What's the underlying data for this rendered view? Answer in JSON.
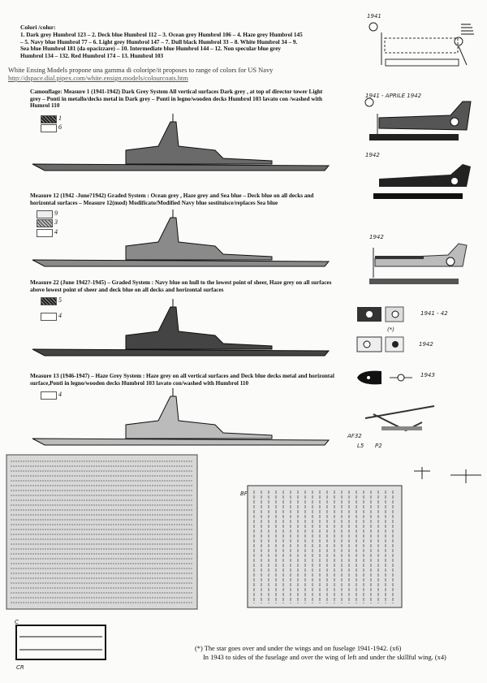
{
  "colors": {
    "title": "Colori /colur:",
    "list": "1. Dark grey Humbrol 123 – 2. Deck blue Humbrol 112 – 3. Ocean grey Humbrol 106 – 4. Haze grey Humbrol 145 – 5. Navy blue Humbrol 77 – 6. Light grey Humbrol 147 – 7. Dull black Humbrol 33 – 8. White Humbrol 34 – 9. Sea blue Humbrol 181 (da opacizzare) – 10. Intermediate blue Humbrol 144 – 12. Non specular blue grey Humbrol 134 – 132. Red Humbrol 174 – 13. Humbrol 103"
  },
  "ensign": {
    "text": "White Ensing Models propone una gamma di coloripe/it proposes to range of colors for US Navy",
    "link": "http://dspace.dial.pipex.com/white.ensign.models/colourcoats.htm"
  },
  "measures": [
    {
      "text": "Camouflage: Measure 1 (1941-1942)  Dark Grey System All vertical surfaces Dark grey , at top of director tower Light grey – Ponti in metallo/decks metal  in Dark grey – Ponti in legno/wooden decks Humbrol 103 lavato con /washed with Humrol 110",
      "swatches": [
        "1",
        "6"
      ]
    },
    {
      "text": "Measure 12 (1942 -June?1942)  Graded System :  Ocean grey , Haze grey and Sea blue – Deck blue on all decks and horizontal surfaces – Measure 12(mod) Modificato/Modified Navy blue sostituisce/replaces Sea blue",
      "swatches": [
        "9",
        "3",
        "4"
      ]
    },
    {
      "text": "Measure 22 (June 1942?-1945) – Graded System : Navy blue on hull to the lowest point of sheer, Haze grey on all surfaces above lowest point of sheer  and deck blue on all decks and horizontal surfaces",
      "swatches": [
        "5",
        "4"
      ]
    },
    {
      "text": "Measure 13 (1946-1947) – Haze Grey System : Haze grey on all vertical surfaces and Deck blue decks metal and horizontal surface,Ponti in legno/wooden decks Humbrol 103 lavato con/washed with Humbrol 110",
      "swatches": [
        "4"
      ]
    }
  ],
  "aircraft": {
    "a_year": "1941",
    "b_year": "1941 - APRILE 1942",
    "b2_year": "1942",
    "c_year": "1942",
    "insignia_years": [
      "1941 - 42",
      "1942",
      "1943"
    ],
    "insignia_marker": "(*)"
  },
  "labels": {
    "sprue_c": "C",
    "sprue_cr": "CR",
    "pe_bf": "BF",
    "af": "AF32",
    "l5": "L5",
    "p2": "P2"
  },
  "note": {
    "marker": "(*)",
    "line1": "The star goes over and under the wings and on fuselage 1941-1942. (x6)",
    "line2": "In 1943 to sides of the fuselage and over the wing of left and under the skillful wing.  (x4)"
  }
}
